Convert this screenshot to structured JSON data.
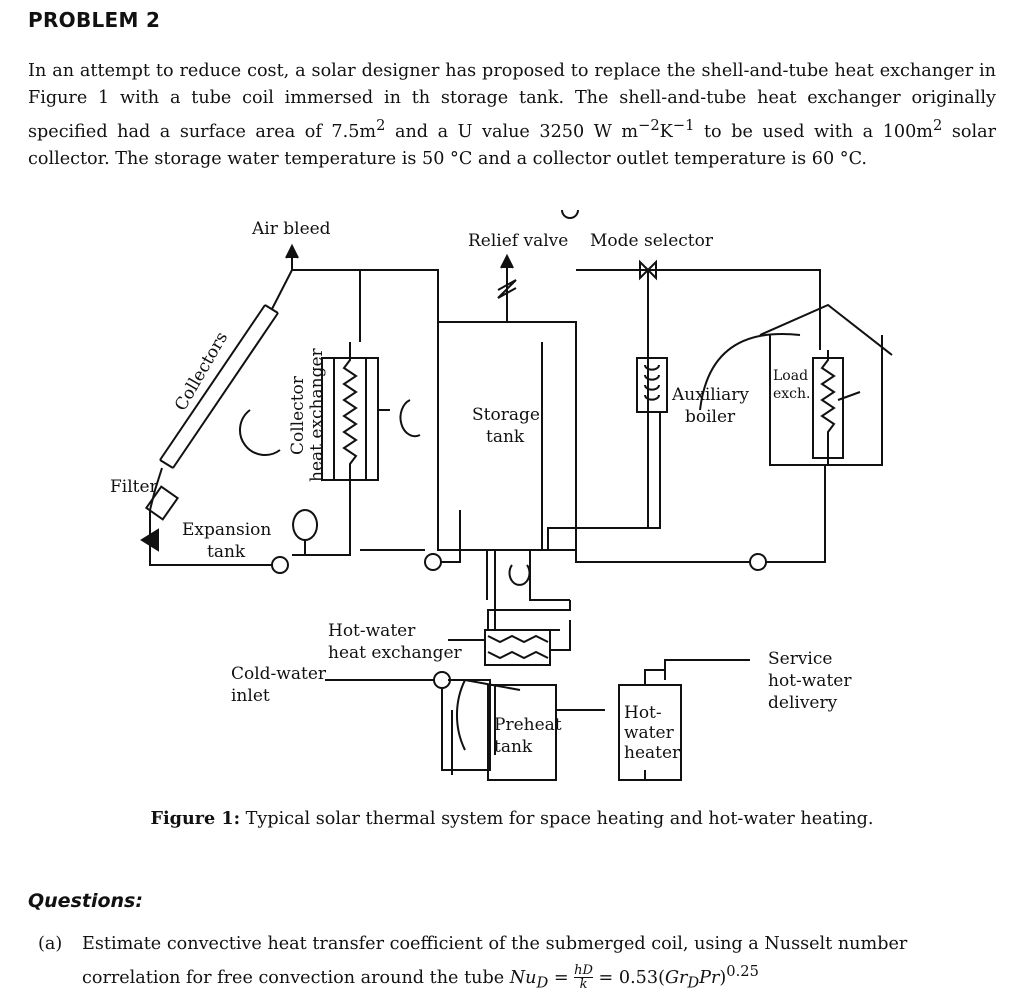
{
  "problem": {
    "title": "PROBLEM 2",
    "statement": {
      "p1": "In an attempt to reduce cost, a solar designer has proposed to replace the shell-and-tube heat exchanger in Figure 1 with a tube coil immersed in th storage tank. The shell-and-tube heat exchanger originally specified had a surface area of 7.5",
      "area_unit": "m",
      "sup2": "2",
      "p2": " and a U value 3250",
      "u_unit_w": "W",
      "u_unit_m": "m",
      "sup_m": "−2",
      "u_unit_k": "K",
      "sup_k": "−1",
      "p3": " to be used with a 100",
      "p4": " solar collector. The storage water temperature is 50",
      "deg": "°C",
      "p5": " and a collector outlet temperature is 60",
      "p6": "."
    }
  },
  "figure": {
    "labels": {
      "air_bleed": "Air bleed",
      "relief_valve": "Relief valve",
      "mode_selector": "Mode selector",
      "collectors": "Collectors",
      "collector_hx_1": "Collector",
      "collector_hx_2": "heat exchanger",
      "storage_1": "Storage",
      "storage_2": "tank",
      "aux_1": "Auxiliary",
      "aux_2": "boiler",
      "load_1": "Load",
      "load_2": "exch.",
      "filter": "Filter",
      "expansion_1": "Expansion",
      "expansion_2": "tank",
      "hw_hx_1": "Hot-water",
      "hw_hx_2": "heat exchanger",
      "cold_1": "Cold-water",
      "cold_2": "inlet",
      "preheat_1": "Preheat",
      "preheat_2": "tank",
      "heater_1": "Hot-",
      "heater_2": "water",
      "heater_3": "heater",
      "service_1": "Service",
      "service_2": "hot-water",
      "service_3": "delivery"
    },
    "caption_label": "Figure 1:",
    "caption_text": " Typical solar thermal system for space heating and hot-water heating."
  },
  "questions": {
    "title": "Questions:",
    "items": [
      {
        "label": "(a)",
        "line1": "Estimate convective heat transfer coefficient of the submerged coil, using a Nusselt number",
        "line2_pre": "correlation for free convection around the tube ",
        "nu": "Nu",
        "sub_d": "D",
        "eq": " = ",
        "frac_num": "hD",
        "frac_den": "k",
        "eq2": " = 0.53(",
        "gr": "Gr",
        "pr": "Pr",
        "close": ")",
        "exp": "0.25"
      }
    ]
  },
  "colors": {
    "text": "#111111",
    "background": "#ffffff"
  }
}
